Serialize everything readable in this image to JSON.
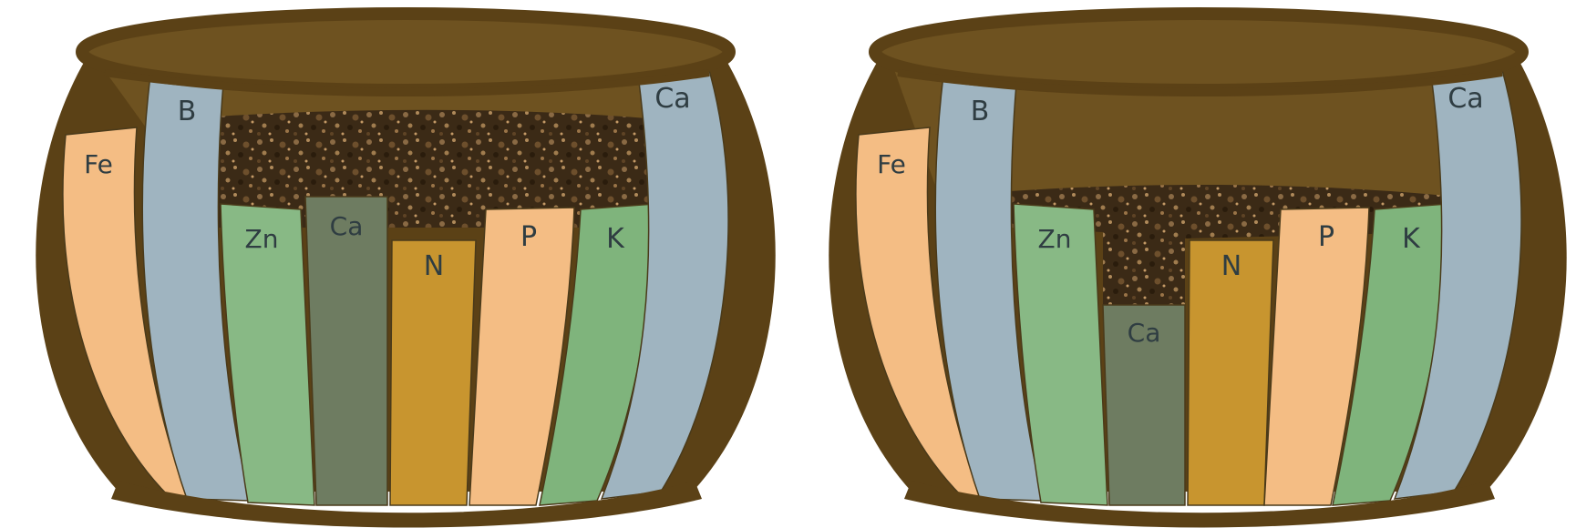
{
  "barrels": [
    {
      "staves": [
        {
          "label": "Fe",
          "color": "#f4bd84"
        },
        {
          "label": "B",
          "color": "#9fb4c0"
        },
        {
          "label": "Zn",
          "color": "#88b985"
        },
        {
          "label": "Ca",
          "color": "#6e7c61"
        },
        {
          "label": "N",
          "color": "#c8952f"
        },
        {
          "label": "P",
          "color": "#f4bd84"
        },
        {
          "label": "K",
          "color": "#7fb47c"
        },
        {
          "label": "Ca",
          "color": "#9fb4c0"
        }
      ]
    },
    {
      "staves": [
        {
          "label": "Fe",
          "color": "#f4bd84"
        },
        {
          "label": "B",
          "color": "#9fb4c0"
        },
        {
          "label": "Zn",
          "color": "#88b985"
        },
        {
          "label": "Ca",
          "color": "#6e7c61"
        },
        {
          "label": "N",
          "color": "#c8952f"
        },
        {
          "label": "P",
          "color": "#f4bd84"
        },
        {
          "label": "K",
          "color": "#7fb47c"
        },
        {
          "label": "Ca",
          "color": "#9fb4c0"
        }
      ]
    }
  ],
  "colors": {
    "wood": "#5b4116",
    "wood_inner": "#6e5220",
    "wood_dark": "#3f2c0e",
    "soil": "#3b2a16",
    "soil_light": "#8a6a44",
    "text": "#2f3d42"
  }
}
